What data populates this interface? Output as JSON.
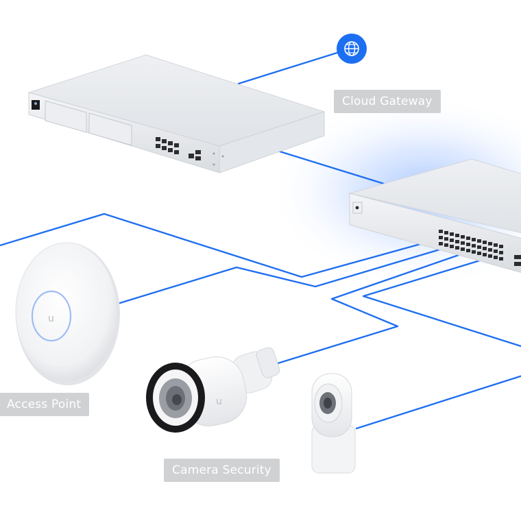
{
  "labels": {
    "cloud_gateway": "Cloud Gateway",
    "access_point": "Access Point",
    "camera_security": "Camera Security"
  },
  "icons": {
    "internet": "globe-icon"
  },
  "colors": {
    "link_line": "#1f6ff0",
    "globe_badge": "#1d6ff2",
    "label_bg": "#cfd1d3",
    "label_text": "#ffffff",
    "glow": "#cfe0ff",
    "device_body": "#e7e9ec"
  }
}
